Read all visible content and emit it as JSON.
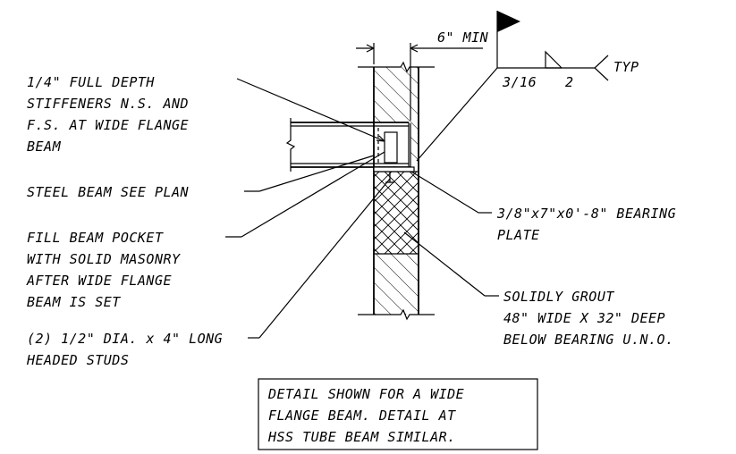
{
  "notes": {
    "stiffeners": [
      "1/4\" FULL DEPTH",
      "STIFFENERS N.S. AND",
      "F.S. AT WIDE FLANGE",
      "BEAM"
    ],
    "steel_beam": "STEEL BEAM SEE PLAN",
    "fill_pocket": [
      "FILL BEAM POCKET",
      "WITH SOLID MASONRY",
      "AFTER WIDE FLANGE",
      "BEAM IS SET"
    ],
    "studs": [
      "(2) 1/2\" DIA. x 4\" LONG",
      "HEADED STUDS"
    ],
    "bearing_plate": [
      "3/8\"x7\"x0'-8\" BEARING",
      "PLATE"
    ],
    "grout": [
      "SOLIDLY GROUT",
      "48\" WIDE X 32\" DEEP",
      "BELOW BEARING U.N.O."
    ]
  },
  "weld": {
    "dimension": "6\" MIN",
    "size": "3/16",
    "length": "2",
    "tail": "TYP"
  },
  "detail_box": [
    "DETAIL SHOWN FOR A WIDE",
    "FLANGE BEAM. DETAIL AT",
    "HSS TUBE BEAM SIMILAR."
  ]
}
